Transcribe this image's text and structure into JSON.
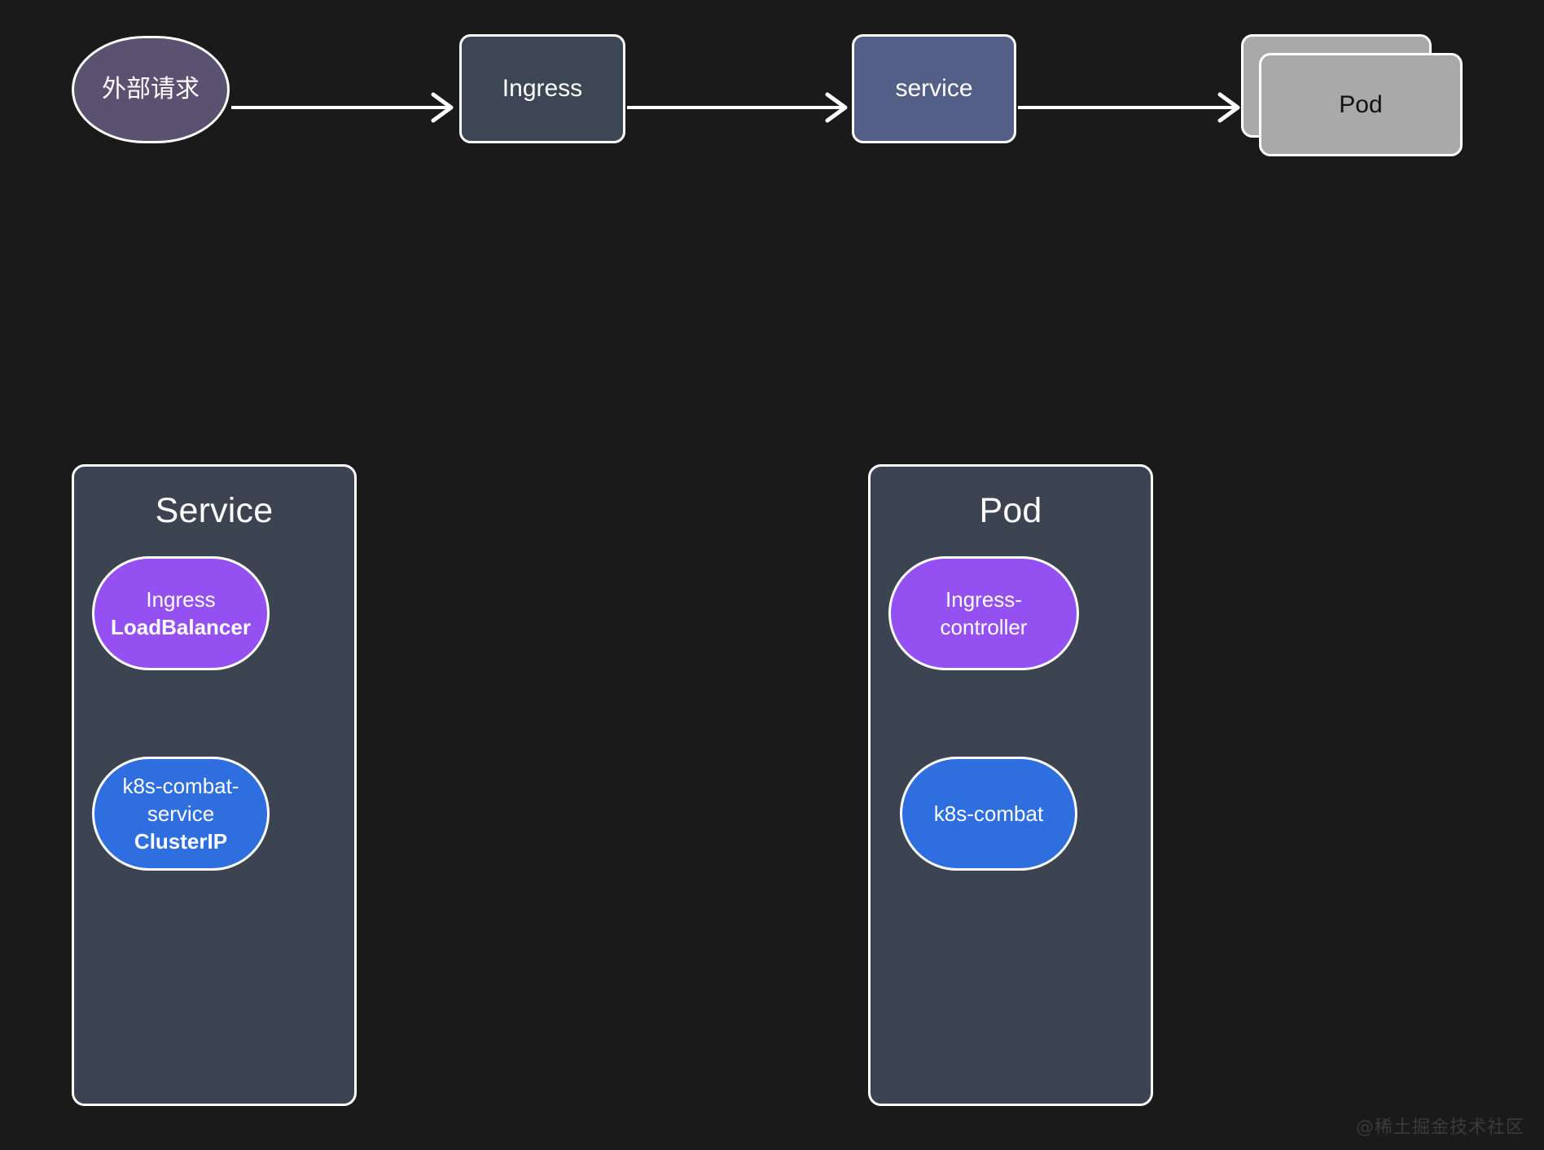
{
  "diagram": {
    "background_color": "#1a1a1a",
    "stroke_color": "#ffffff",
    "flow": {
      "nodes": [
        {
          "id": "external-request",
          "label": "外部请求",
          "shape": "stadium",
          "fill": "#5a5270",
          "text_color": "#ffffff"
        },
        {
          "id": "ingress",
          "label": "Ingress",
          "shape": "rounded-rect",
          "fill": "#3d4655",
          "text_color": "#ffffff"
        },
        {
          "id": "service",
          "label": "service",
          "shape": "rounded-rect",
          "fill": "#545f87",
          "text_color": "#ffffff"
        },
        {
          "id": "pod",
          "label": "Pod",
          "shape": "stacked-rect",
          "fill": "#a9a9a9",
          "text_color": "#111111"
        }
      ],
      "edges": [
        {
          "from": "external-request",
          "to": "ingress",
          "label": ""
        },
        {
          "from": "ingress",
          "to": "service",
          "label": ""
        },
        {
          "from": "service",
          "to": "pod",
          "label": ""
        }
      ]
    },
    "groups": [
      {
        "id": "service-group",
        "title": "Service",
        "fill": "#3c4452",
        "items": [
          {
            "id": "ingress-loadbalancer",
            "line1": "Ingress",
            "line2": "",
            "line3": "LoadBalancer",
            "bold_line": "line3",
            "fill": "#9450f0"
          },
          {
            "id": "k8s-combat-service-clusterip",
            "line1": "k8s-combat-",
            "line2": "service",
            "line3": "ClusterIP",
            "bold_line": "line3",
            "fill": "#2f6ede"
          }
        ]
      },
      {
        "id": "pod-group",
        "title": "Pod",
        "fill": "#3c4452",
        "items": [
          {
            "id": "ingress-controller",
            "line1": "Ingress-",
            "line2": "controller",
            "line3": "",
            "bold_line": "",
            "fill": "#9450f0"
          },
          {
            "id": "k8s-combat",
            "line1": "k8s-combat",
            "line2": "",
            "line3": "",
            "bold_line": "",
            "fill": "#2f6ede"
          }
        ]
      }
    ],
    "watermark": "@稀土掘金技术社区"
  }
}
